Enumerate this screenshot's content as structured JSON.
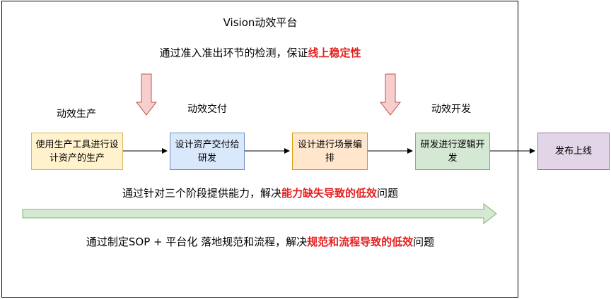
{
  "title": "Vision动效平台",
  "subtitle": {
    "prefix": "通过准入准出环节的检测，保证",
    "highlight": "线上稳定性"
  },
  "stage_labels": {
    "production": "动效生产",
    "delivery": "动效交付",
    "development": "动效开发"
  },
  "boxes": [
    {
      "label": "使用生产工具进行设计资产的生产",
      "fill": "#fff2cc",
      "stroke": "#d6b656"
    },
    {
      "label": "设计资产交付给研发",
      "fill": "#dae8fc",
      "stroke": "#6c8ebf"
    },
    {
      "label": "设计进行场景编排",
      "fill": "#ffe6cc",
      "stroke": "#d79b00"
    },
    {
      "label": "研发进行逻辑开发",
      "fill": "#d5e8d4",
      "stroke": "#82b366"
    },
    {
      "label": "发布上线",
      "fill": "#e1d5e7",
      "stroke": "#9673a6"
    }
  ],
  "note1": {
    "prefix": "通过针对三个阶段提供能力，解决",
    "highlight": "能力缺失导致的低效",
    "suffix": "问题"
  },
  "note2": {
    "prefix": "通过制定SOP + 平台化 落地规范和流程，解决",
    "highlight": "规范和流程导致的低效",
    "suffix": "问题"
  },
  "colors": {
    "down_arrow_fill": "#f8cecc",
    "down_arrow_stroke": "#b85450",
    "progress_arrow_fill": "#d5e8d4",
    "progress_arrow_stroke": "#82b366",
    "highlight": "#e61e1e"
  }
}
